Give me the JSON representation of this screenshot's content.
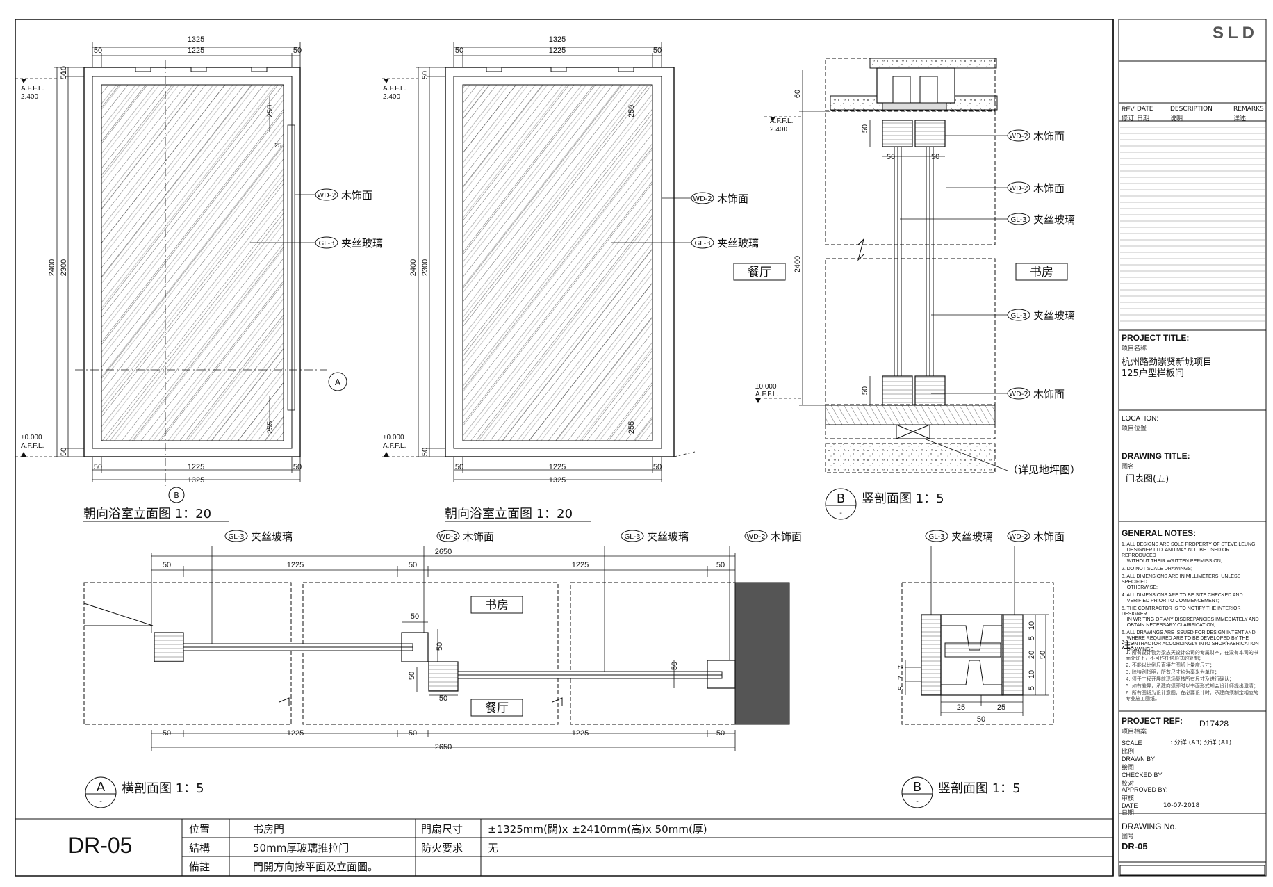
{
  "logo": "SLD",
  "revision_header": {
    "rev": "REV.",
    "rev_cn": "修订",
    "date": "DATE",
    "date_cn": "日期",
    "description": "DESCRIPTION",
    "description_cn": "说明",
    "remarks": "REMARKS",
    "remarks_cn": "详述"
  },
  "title_block": {
    "project_title_label": "PROJECT TITLE:",
    "project_title_cn": "项目名称",
    "project_line1": "杭州路劲崇贤新城项目",
    "project_line2": "125户型样板间",
    "location_label": "LOCATION:",
    "location_cn": "项目位置",
    "drawing_title_label": "DRAWING  TITLE:",
    "drawing_title_cn": "图名",
    "drawing_title_value": "门表图(五)",
    "general_notes_label": "GENERAL NOTES:",
    "notes_en": [
      "1. ALL DESIGNS ARE SOLE PROPERTY OF STEVE LEUNG\n    DESIGNER LTD. AND MAY NOT BE USED OR REPRODUCED\n    WITHOUT THEIR WRITTEN PERMISSION;",
      "2. DO NOT SCALE DRAWINGS;",
      "3. ALL DIMENSIONS ARE IN MILLIMETERS, UNLESS SPECIFIED\n    OTHERWISE;",
      "4. ALL DIMENSIONS ARE TO BE SITE CHECKED AND\n    VERIFIED PRIOR TO COMMENCEMENT;",
      "5. THE CONTRACTOR IS TO NOTIFY THE INTERIOR DESIGNER\n    IN WRITING OF ANY DISCREPANCIES IMMEDIATELY AND\n    OBTAIN NECESSARY CLARIFICATION;",
      "6. ALL DRAWINGS ARE ISSUED FOR DESIGN INTENT AND\n    WHERE REQUIRED ARE TO BE DEVELOPED BY THE\n    CONTRACTOR ACCORDINGLY INTO SHOP/FABRICATION\n    DRAWINGS."
    ],
    "notes_cn_label": "注:",
    "notes_cn": [
      "1. 所有设计物为梁志天设计公司的专属财产，在没有本司的书面允许下，不可作任何形式的复制；",
      "2. 不能以比例尺直接在图纸上量度尺寸；",
      "3. 除特别指明，所有尺寸均为毫米为单位；",
      "4. 须于工程开展前现场复核所有尺寸及进行确认；",
      "5. 如有差异，承建商须即时以书面形式知会设计师提出澄清；",
      "6. 所有图纸为设计意图，在必要设计时，承建商须制定相应的专业施工图纸。"
    ],
    "project_ref_label": "PROJECT REF:",
    "project_ref_cn": "项目档案",
    "project_ref_value": "D17428",
    "scale_label": "SCALE",
    "scale_cn": "比例",
    "scale_value": ": 分详 (A3) 分详 (A1)",
    "drawn_by_label": "DRAWN BY",
    "drawn_by_cn": "绘图",
    "drawn_by_value": ":",
    "checked_by_label": "CHECKED BY",
    "checked_by_cn": "校对",
    "checked_by_value": ":",
    "approved_by_label": "APPROVED BY:",
    "approved_by_cn": "审核",
    "date_label": "DATE",
    "date_cn": "日期",
    "date_value": ": 10-07-2018",
    "drawing_no_label": "DRAWING No.",
    "drawing_no_cn": "图号",
    "drawing_no_value": "DR-05"
  },
  "bottom_table": {
    "code": "DR-05",
    "location_label": "位置",
    "location_value": "书房門",
    "structure_label": "結構",
    "structure_value": "50mm厚玻璃推拉门",
    "remarks_label": "備註",
    "remarks_value": "門開方向按平面及立面圖。",
    "size_label": "門扇尺寸",
    "size_value": "±1325mm(闊)x ±2410mm(高)x 50mm(厚)",
    "fire_label": "防火要求",
    "fire_value": "无"
  },
  "drawing": {
    "elev1_title": "朝向浴室立面图  1：20",
    "elev2_title": "朝向浴室立面图  1：20",
    "sectionB_title": "竖剖面图  1：5",
    "sectionA_title": "横剖面图  1：5",
    "detailB_title": "竖剖面图  1：5",
    "marker_A": "A",
    "marker_B": "B",
    "marker_dash": "-",
    "tag_wd2": "WD-2",
    "tag_gl3": "GL-3",
    "label_wood": "木饰面",
    "label_glass": "夹丝玻璃",
    "room_dining": "餐厅",
    "room_study": "书房",
    "floor_note": "（详见地坪图）",
    "affl_top_1": "A.F.F.L.",
    "affl_top_2": "2.400",
    "affl_bot_1": "±0.000",
    "affl_bot_2": "A.F.F.L.",
    "dim_1325": "1325",
    "dim_1225": "1225",
    "dim_50": "50",
    "dim_10": "10",
    "dim_2400": "2400",
    "dim_2300": "2300",
    "dim_250": "250",
    "dim_255": "255",
    "dim_25": "25",
    "dim_60": "60",
    "dim_2650": "2650",
    "dim_5": "5",
    "dim_7": "7",
    "dim_20": "20"
  }
}
